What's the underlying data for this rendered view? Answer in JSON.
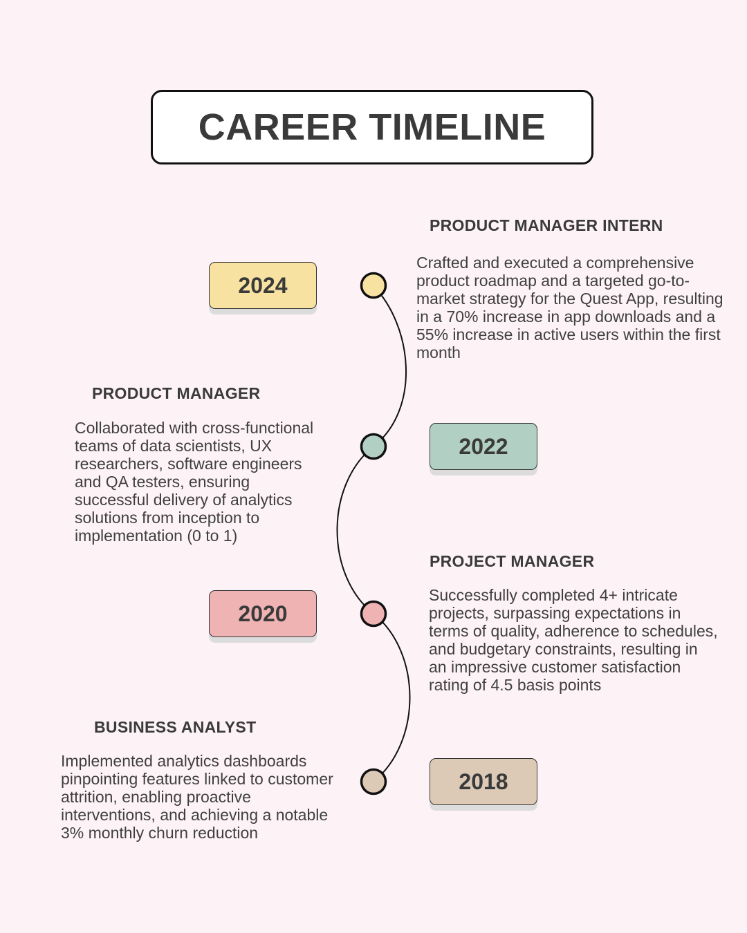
{
  "title": "CAREER TIMELINE",
  "colors": {
    "background": "#fdf3f7",
    "year_2024": "#f7e2a2",
    "year_2022": "#b2cfc3",
    "year_2020": "#f0b3b3",
    "year_2018": "#dccab6"
  },
  "entries": [
    {
      "year": "2024",
      "role": "PRODUCT MANAGER INTERN",
      "description": "Crafted and executed a comprehensive product roadmap and a targeted go-to-market strategy for the Quest App, resulting in a 70% increase in app downloads and a 55% increase in active users within the first month"
    },
    {
      "year": "2022",
      "role": "PRODUCT MANAGER",
      "description": "Collaborated with cross-functional teams of data scientists, UX researchers, software engineers and QA testers, ensuring successful delivery of analytics solutions from inception to implementation (0 to 1)"
    },
    {
      "year": "2020",
      "role": "PROJECT MANAGER",
      "description": "Successfully completed 4+ intricate projects, surpassing expectations in terms of quality, adherence to schedules, and budgetary constraints, resulting in an impressive customer satisfaction rating of 4.5 basis points"
    },
    {
      "year": "2018",
      "role": "BUSINESS ANALYST",
      "description": "Implemented analytics dashboards pinpointing features linked to customer attrition, enabling proactive interventions, and achieving a notable 3% monthly churn reduction"
    }
  ]
}
